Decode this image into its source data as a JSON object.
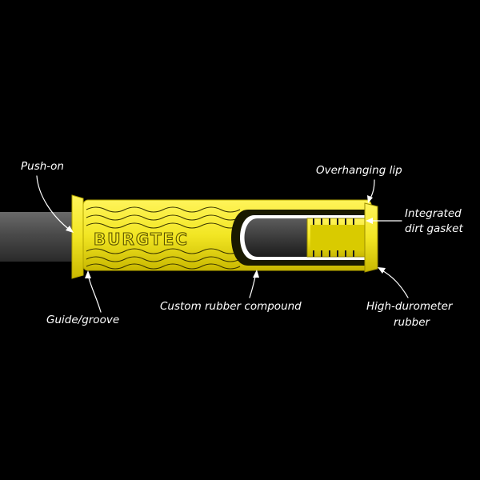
{
  "brand": "BURGTEC",
  "colors": {
    "background": "#000000",
    "grip_yellow": "#f2e623",
    "grip_shadow": "#c9b800",
    "bar": "#4a4a4a",
    "label": "#ffffff"
  },
  "callouts": {
    "push_on": "Push-on",
    "guide_groove": "Guide/groove",
    "custom_rubber": "Custom rubber compound",
    "overhanging_lip": "Overhanging lip",
    "integrated_gasket_line1": "Integrated",
    "integrated_gasket_line2": "dirt gasket",
    "high_durometer_line1": "High-durometer",
    "high_durometer_line2": "rubber"
  }
}
